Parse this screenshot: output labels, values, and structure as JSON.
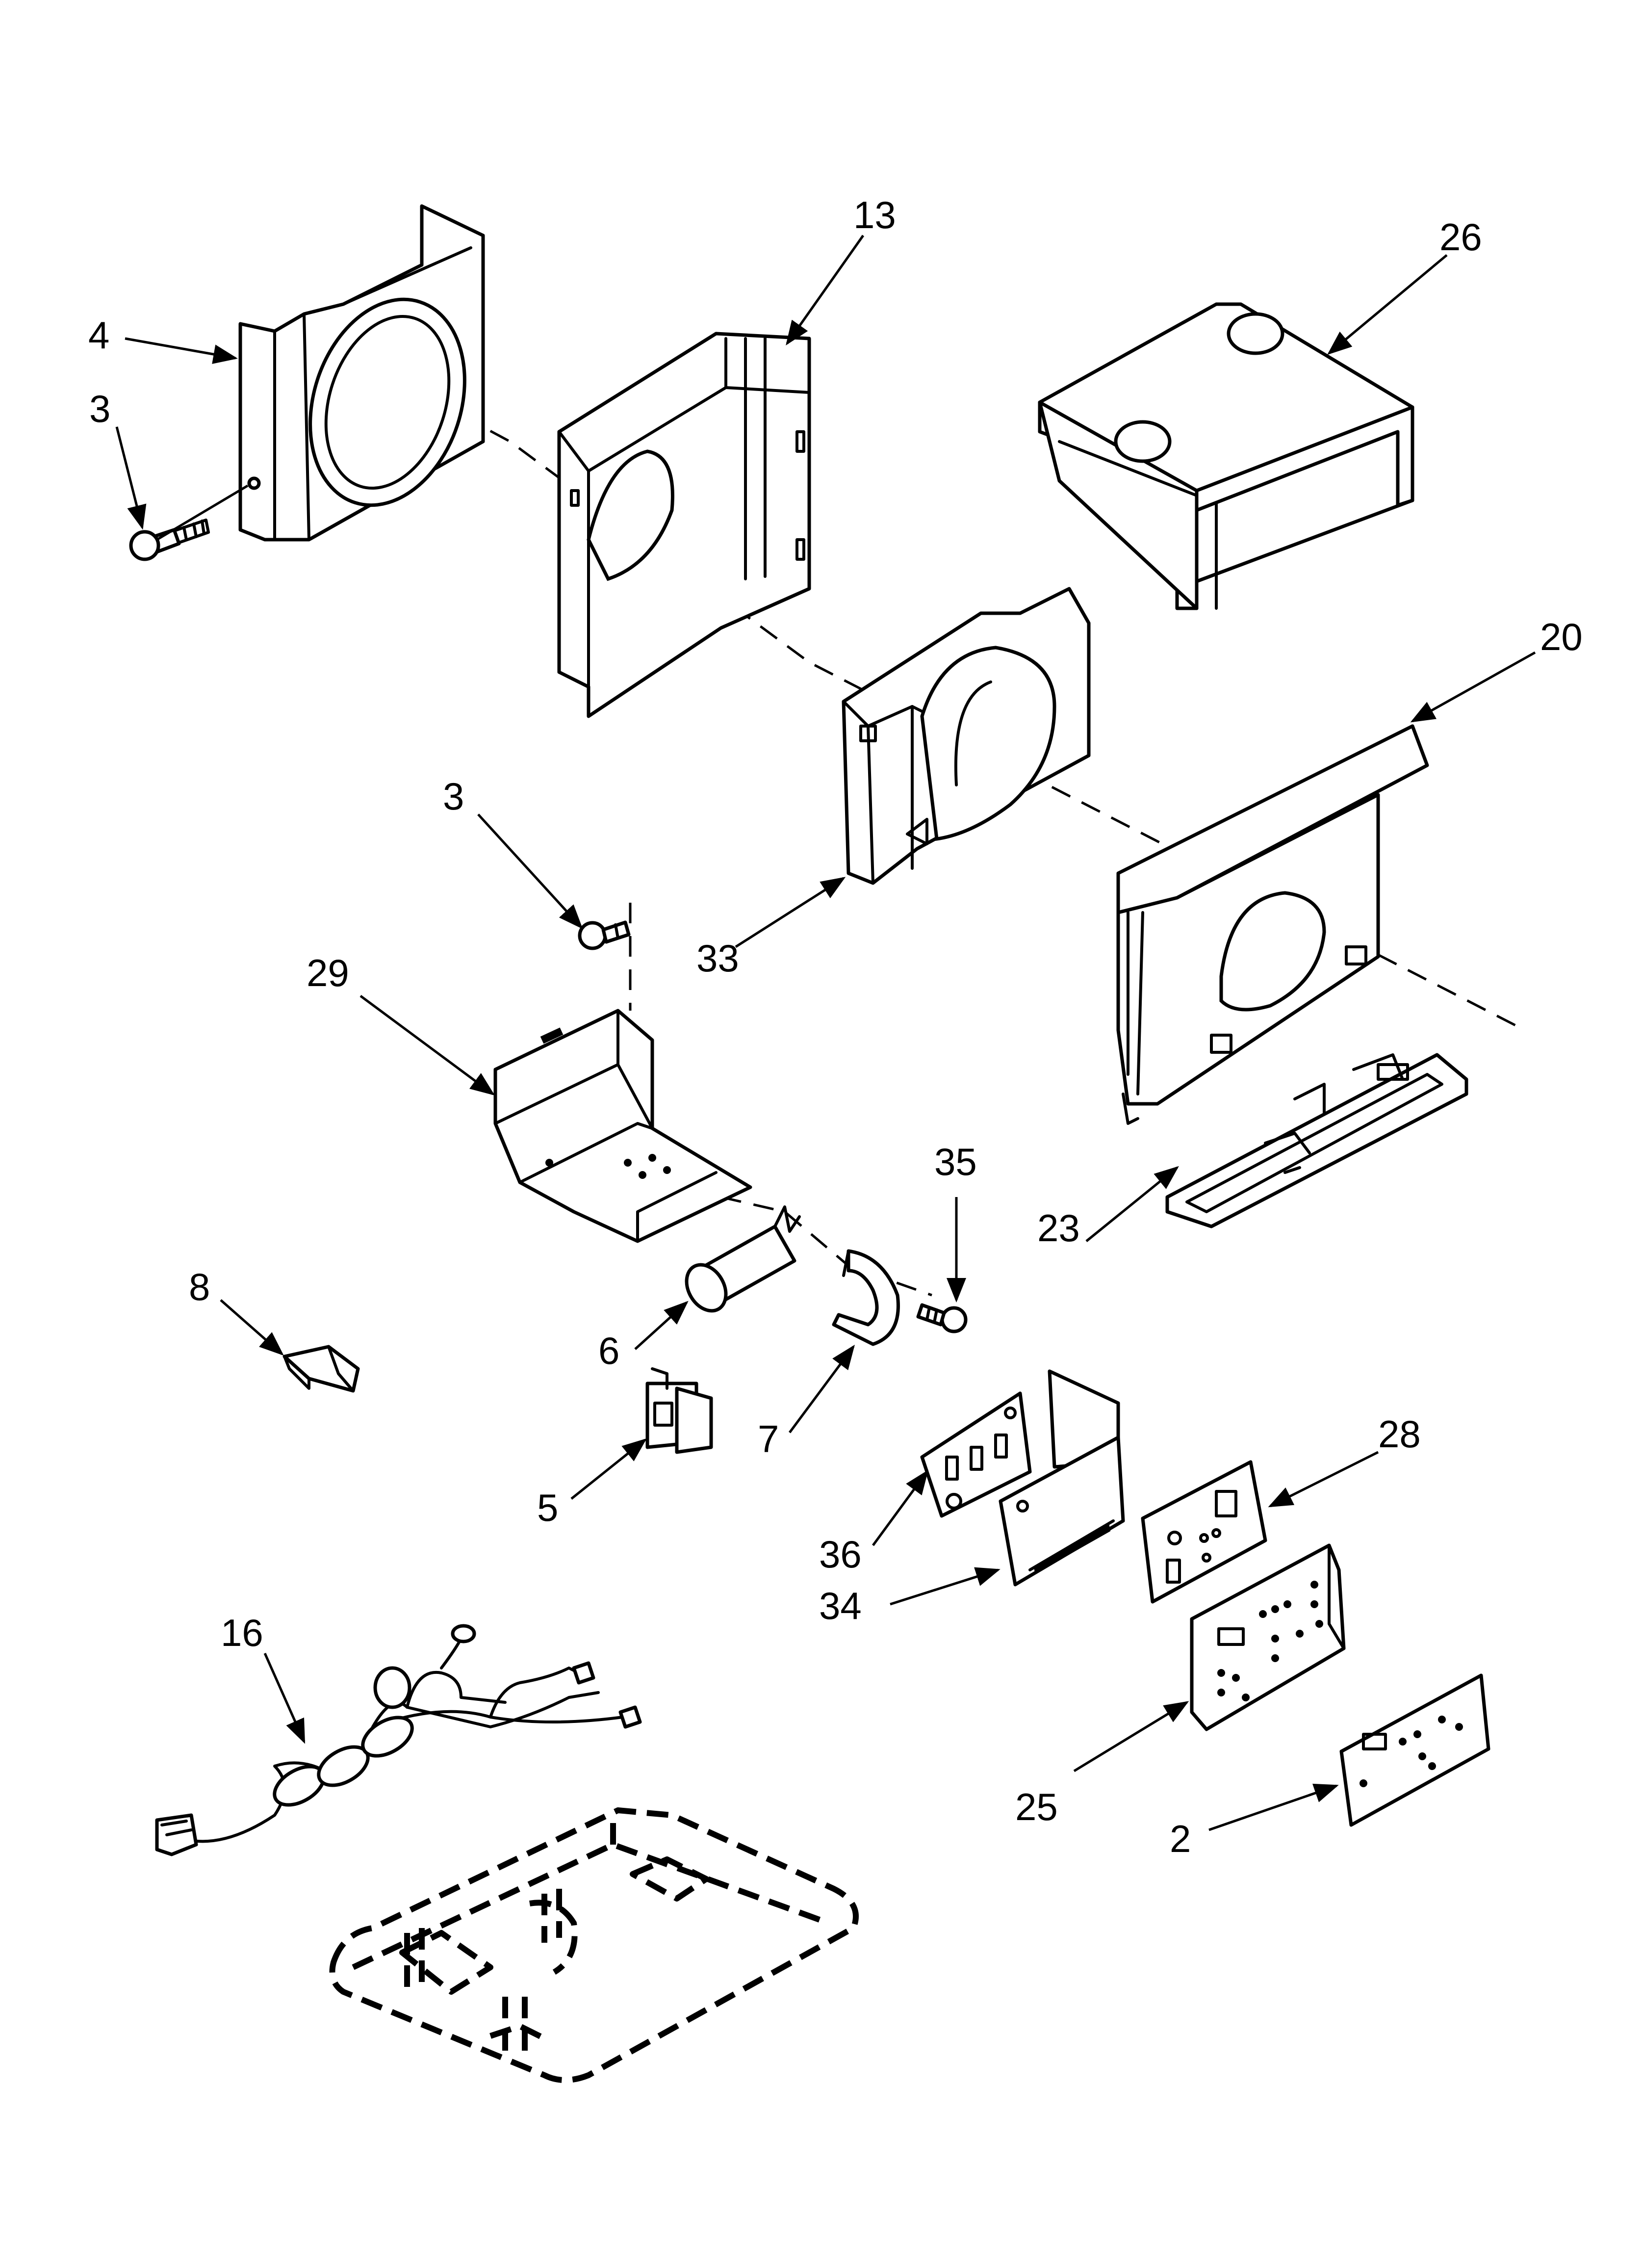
{
  "diagram": {
    "labels": {
      "p4": "4",
      "p3a": "3",
      "p13": "13",
      "p26": "26",
      "p20": "20",
      "p3b": "3",
      "p33": "33",
      "p29": "29",
      "p35": "35",
      "p23": "23",
      "p8": "8",
      "p6": "6",
      "p7": "7",
      "p5": "5",
      "p28": "28",
      "p36": "36",
      "p34": "34",
      "p16": "16",
      "p25": "25",
      "p2": "2"
    }
  }
}
